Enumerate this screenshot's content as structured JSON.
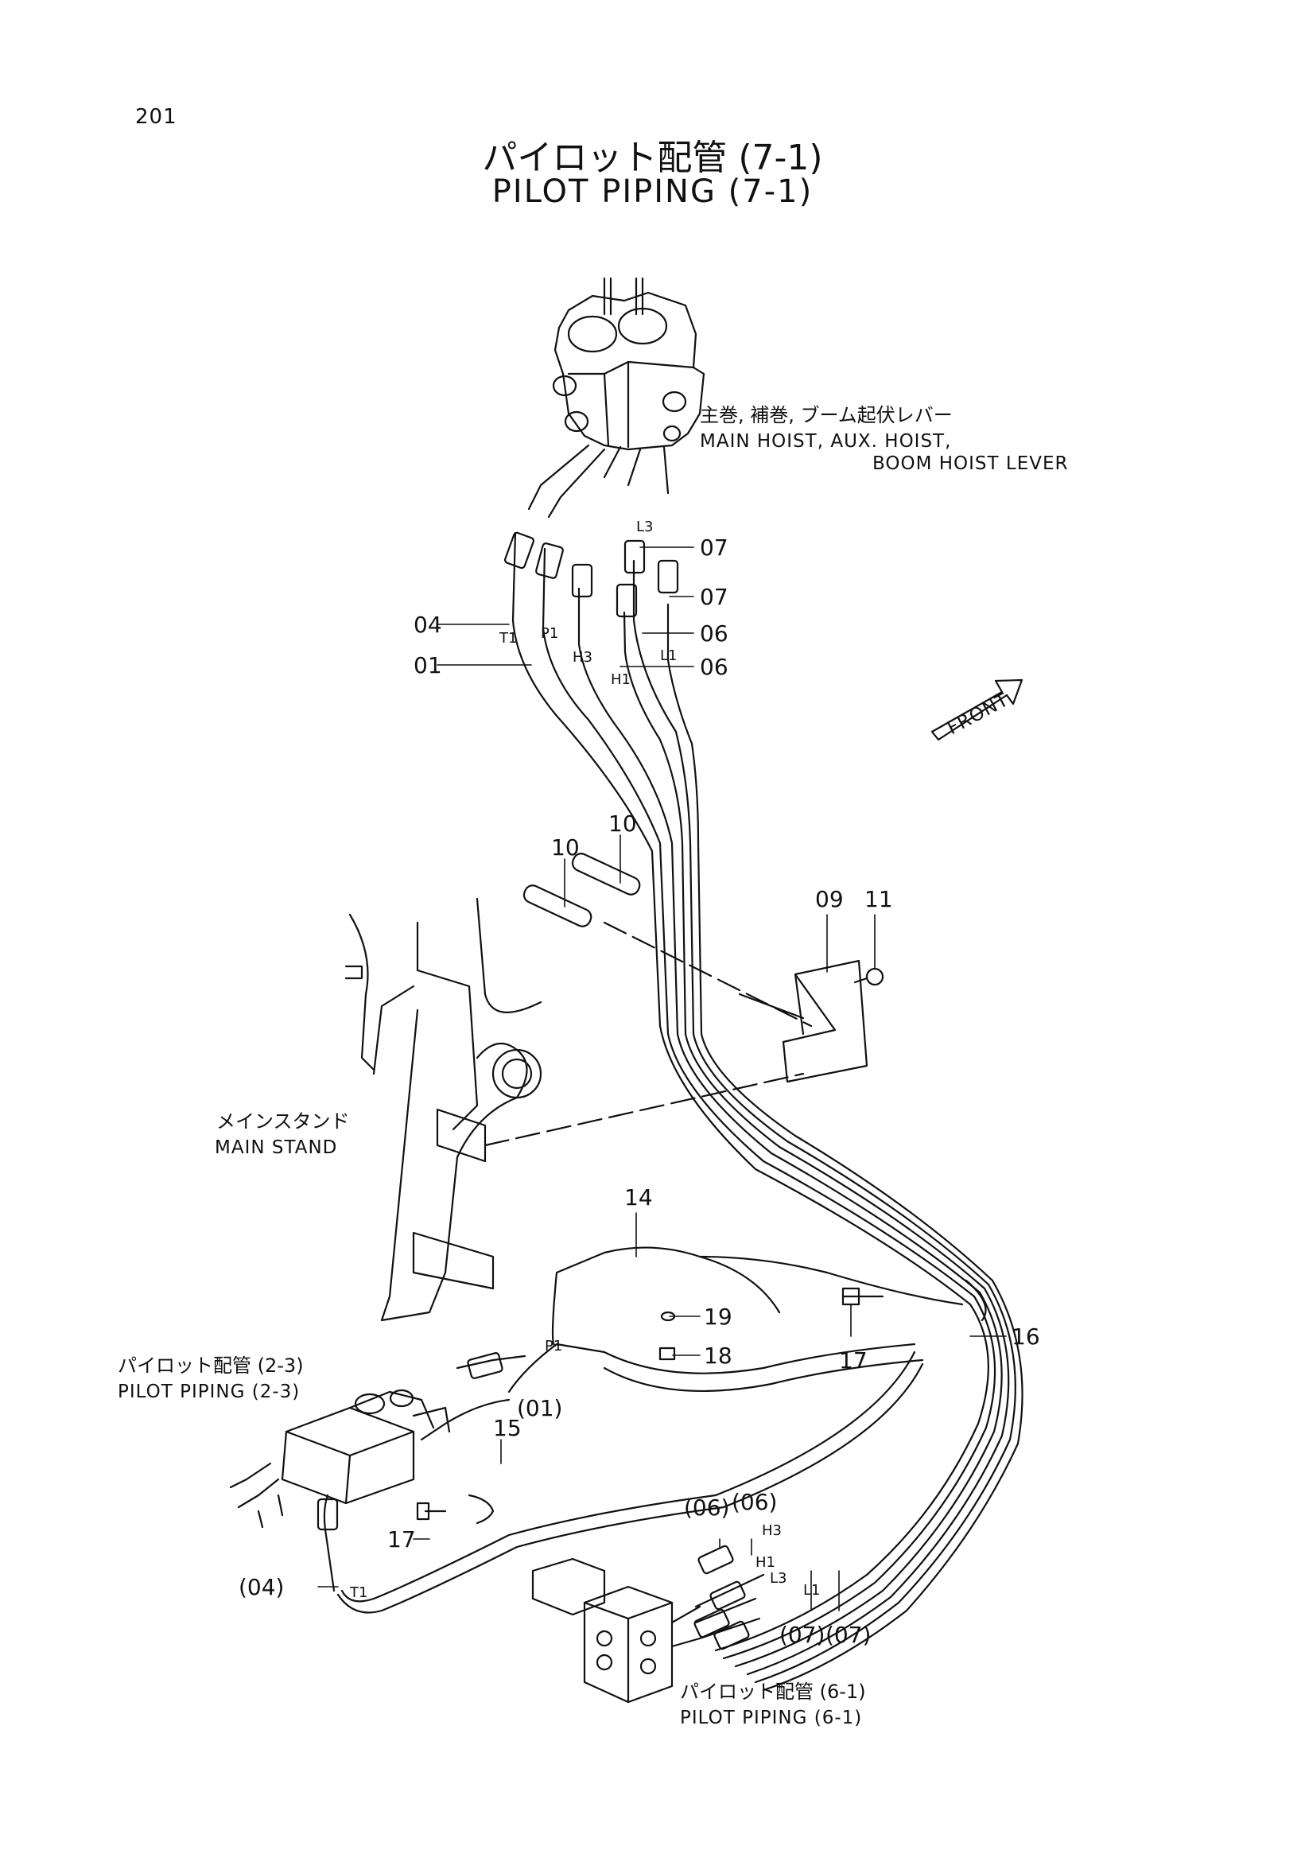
{
  "page_number": "201",
  "title_jp": "パイロット配管 (7-1)",
  "title_en": "PILOT PIPING (7-1)",
  "notes": {
    "lever_jp": "主巻, 補巻, ブーム起伏レバー",
    "lever_en_1": "MAIN HOIST, AUX. HOIST,",
    "lever_en_2": "BOOM HOIST LEVER",
    "front": "FRONT",
    "main_stand_jp": "メインスタンド",
    "main_stand_en": "MAIN STAND",
    "pp23_jp": "パイロット配管 (2-3)",
    "pp23_en": "PILOT PIPING (2-3)",
    "pp61_jp": "パイロット配管 (6-1)",
    "pp61_en": "PILOT PIPING (6-1)"
  },
  "ports": {
    "t1": "T1",
    "p1": "P1",
    "h3": "H3",
    "h1": "H1",
    "l3": "L3",
    "l1": "L1"
  },
  "callouts": {
    "c04": "04",
    "c01": "01",
    "c07a": "07",
    "c07b": "07",
    "c06a": "06",
    "c06b": "06",
    "c10a": "10",
    "c10b": "10",
    "c09": "09",
    "c11": "11",
    "c14": "14",
    "c19": "19",
    "c18": "18",
    "c16": "16",
    "c17a": "17",
    "c15": "15",
    "c17b": "17",
    "r01": "(01)",
    "r04": "(04)",
    "r06a": "(06)",
    "r06b": "(06)",
    "r07a": "(07)",
    "r07b": "(07)"
  }
}
